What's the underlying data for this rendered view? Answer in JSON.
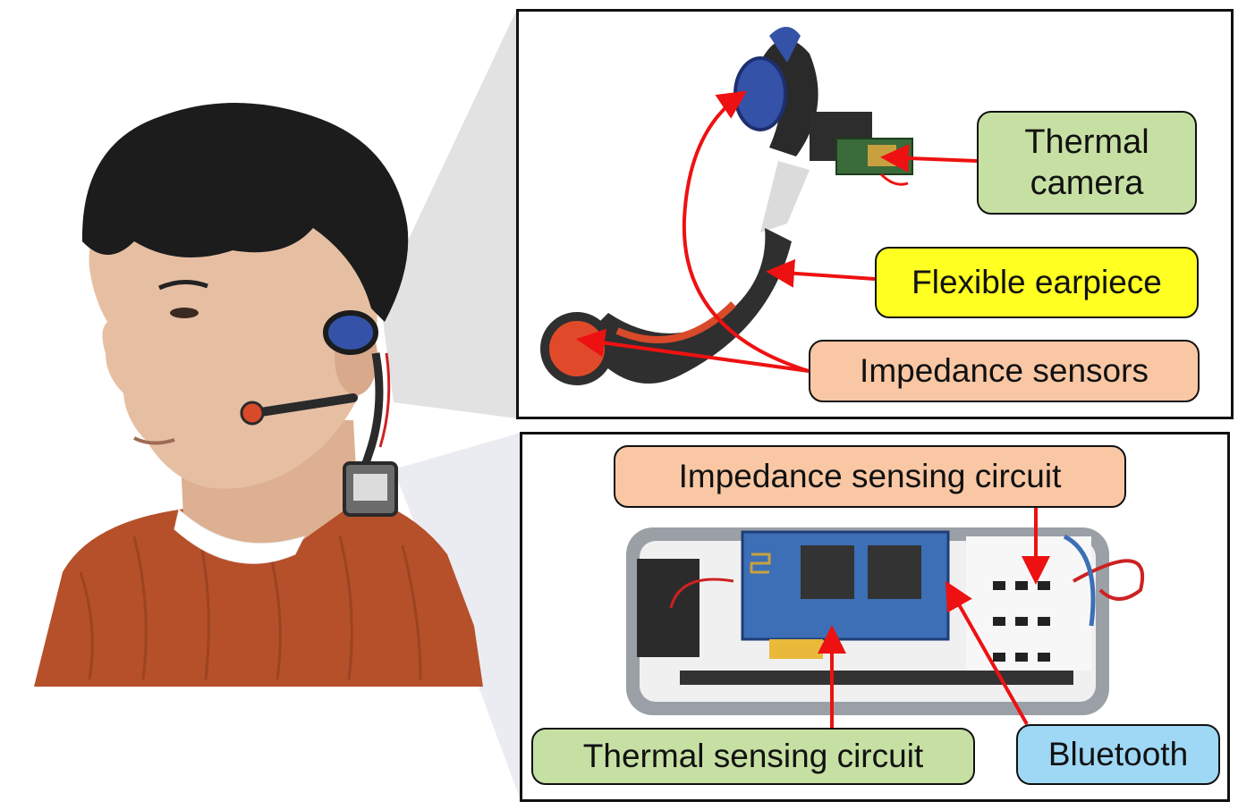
{
  "colors": {
    "arrow": "#ee1111",
    "green_label": "#c6e0a3",
    "yellow_label": "#ffff22",
    "orange_label": "#f9c7a4",
    "blue_label": "#9fd8f5",
    "sweater": "#b5502a",
    "hair": "#1c1c1c",
    "skin": "#e6bfa3",
    "device_black": "#2a2a2a",
    "device_blue": "#3452a8",
    "pcb_blue": "#3c6fb5",
    "case_gray": "#9aa0a6"
  },
  "labels": {
    "thermal_camera": [
      "Thermal",
      "camera"
    ],
    "flexible_earpiece": "Flexible earpiece",
    "impedance_sensors": "Impedance sensors",
    "impedance_sensing_circuit": "Impedance sensing circuit",
    "thermal_sensing_circuit": "Thermal sensing circuit",
    "bluetooth": "Bluetooth"
  }
}
